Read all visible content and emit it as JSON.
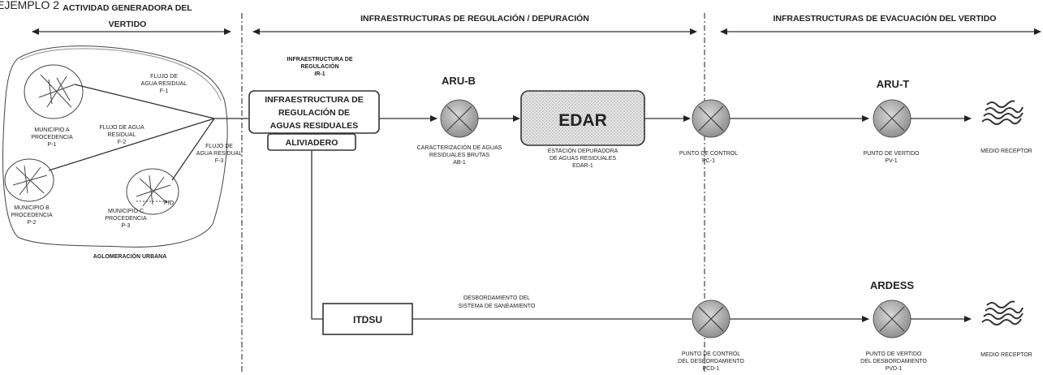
{
  "title": "EJEMPLO 2",
  "sections": {
    "actividad": [
      "ACTIVIDAD GENERADORA DEL",
      "VERTIDO"
    ],
    "regulacion": "INFRAESTRUCTURAS DE REGULACIÓN / DEPURACIÓN",
    "evacuacion": "INFRAESTRUCTURAS DE EVACUACIÓN DEL VERTIDO"
  },
  "aglomeracion": {
    "label": "AGLOMERACIÓN URBANA",
    "municipio_a": [
      "MUNICIPIO A",
      "PROCEDENCIA",
      "P-1"
    ],
    "municipio_b": [
      "MUNICIPIO B",
      "PROCEDENCIA",
      "P-2"
    ],
    "municipio_c": [
      "MUNICIPIO C",
      "PROCEDENCIA",
      "P-3"
    ],
    "municipio_c_suffix": "PIO",
    "flujo_1": [
      "FLUJO DE",
      "AGUA RESIDUAL",
      "F-1"
    ],
    "flujo_2": [
      "FLUJO DE AGUA",
      "RESIDUAL",
      "F-2"
    ],
    "flujo_3": [
      "FLUJO DE",
      "AGUA RESIDUAL",
      "F-3"
    ]
  },
  "regulacion": {
    "caption": [
      "INFRAESTRUCTURA DE",
      "REGULACIÓN",
      "IR-1"
    ],
    "box": [
      "INFRAESTRUCTURA DE",
      "REGULACIÓN DE",
      "AGUAS RESIDUALES"
    ],
    "aliviadero": "ALIVIADERO"
  },
  "aru_b": {
    "label": "ARU-B",
    "caption": [
      "CARACTERIZACIÓN DE AGUAS",
      "RESIDUALES BRUTAS",
      "AB-1"
    ]
  },
  "edar": {
    "label": "EDAR",
    "caption": [
      "ESTACIÓN DEPURADORA",
      "DE AGUAS RESIDUALES",
      "EDAR-1"
    ]
  },
  "pc1": {
    "caption": [
      "PUNTO DE CONTROL",
      "PC-1"
    ]
  },
  "aru_t": {
    "label": "ARU-T",
    "caption": [
      "PUNTO DE VERTIDO",
      "PV-1"
    ]
  },
  "medio_receptor_1": "MEDIO RECEPTOR",
  "itdsu": {
    "label": "ITDSU",
    "caption": [
      "DESBORDAMIENTO DEL",
      "SISTEMA DE SANEAMIENTO"
    ]
  },
  "pcd1": {
    "caption": [
      "PUNTO DE CONTROL",
      "DEL DESBORDAMIENTO",
      "PCD-1"
    ]
  },
  "ardess": {
    "label": "ARDESS",
    "caption": [
      "PUNTO DE VERTIDO",
      "DEL DESBORDAMIENTO",
      "PVD-1"
    ]
  },
  "medio_receptor_2": "MEDIO RECEPTOR"
}
